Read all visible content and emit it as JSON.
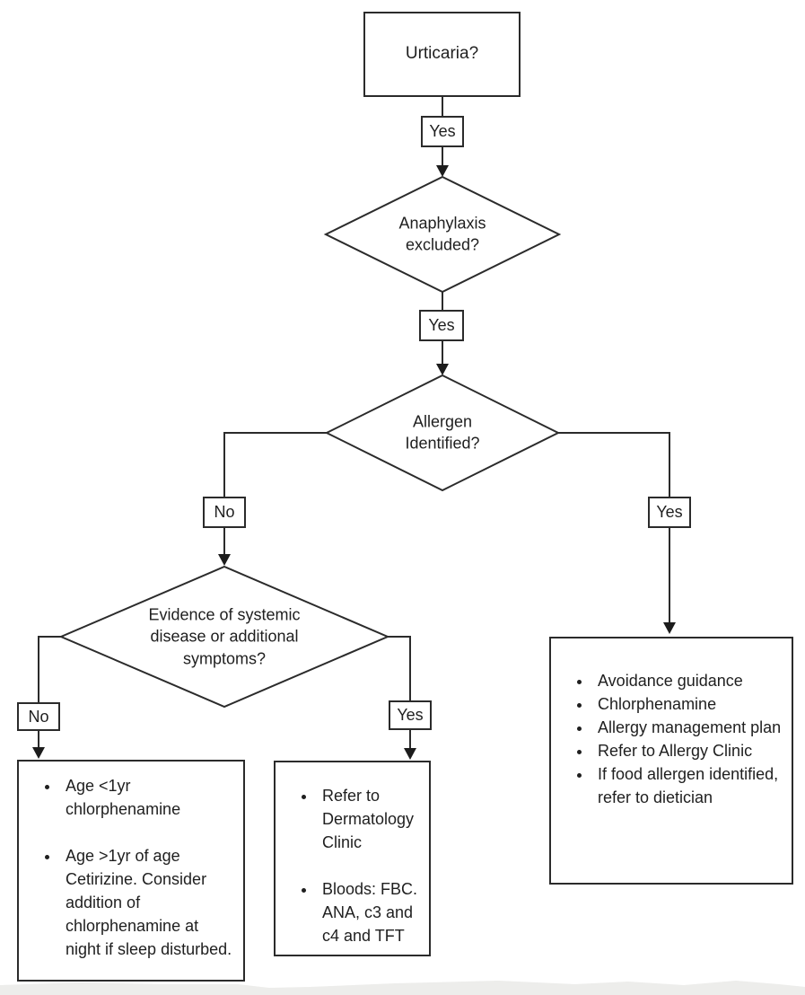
{
  "page": {
    "background": "#ffffff",
    "line_color": "#2b2b2b",
    "text_color": "#1f1f1f",
    "page_edge_color": "#ededeb"
  },
  "flowchart": {
    "start": {
      "label": "Urticaria?"
    },
    "decisions": {
      "anaphylaxis": {
        "text": "Anaphylaxis excluded?"
      },
      "allergen": {
        "text": "Allergen Identified?"
      },
      "systemic": {
        "text": "Evidence of systemic disease or additional symptoms?"
      }
    },
    "edge_labels": {
      "urticaria_yes": "Yes",
      "anaphylaxis_yes": "Yes",
      "allergen_no": "No",
      "allergen_yes": "Yes",
      "systemic_no": "No",
      "systemic_yes": "Yes"
    },
    "outcomes": {
      "no_systemic_treatment": {
        "bullets": [
          "Age <1yr chlorphenamine",
          "Age >1yr of age Cetirizine.  Consider addition of chlorphenamine at night if sleep disturbed."
        ]
      },
      "systemic_workup": {
        "bullets": [
          "Refer to Dermatology Clinic",
          "Bloods: FBC. ANA, c3 and c4 and TFT"
        ]
      },
      "allergen_management": {
        "bullets": [
          "Avoidance guidance",
          "Chlorphenamine",
          "Allergy management plan",
          "Refer to Allergy Clinic",
          "If food allergen identified, refer to dietician"
        ]
      }
    }
  }
}
